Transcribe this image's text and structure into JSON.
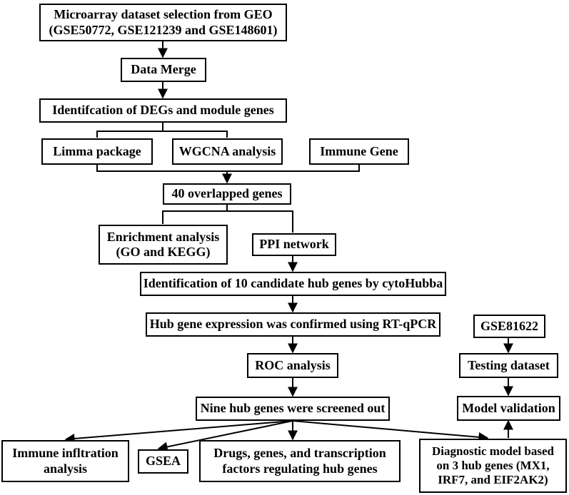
{
  "nodes": {
    "dataset": "Microarray dataset selection from GEO\n(GSE50772, GSE121239 and GSE148601)",
    "merge": "Data Merge",
    "identification": "Identifcation of DEGs and module genes",
    "limma": "Limma package",
    "wgcna": "WGCNA analysis",
    "immune_gene": "Immune Gene",
    "overlapped": "40 overlapped genes",
    "enrichment": "Enrichment analysis\n(GO and KEGG)",
    "ppi": "PPI network",
    "hub10": "Identification of 10 candidate hub genes by cytoHubba",
    "qpcr": "Hub gene expression was confirmed using RT-qPCR",
    "roc": "ROC analysis",
    "nine": "Nine hub genes were screened out",
    "immune_infiltration": "Immune infltration\nanalysis",
    "gsea": "GSEA",
    "drugs": "Drugs, genes, and transcription\nfactors regulating hub genes",
    "diagnostic": "Diagnostic model based\non 3 hub genes (MX1,\nIRF7, and EIF2AK2)",
    "gse81622": "GSE81622",
    "testing": "Testing dataset",
    "validation": "Model validation"
  },
  "colors": {
    "stroke": "#000000",
    "fill": "#ffffff",
    "text": "#000000"
  }
}
